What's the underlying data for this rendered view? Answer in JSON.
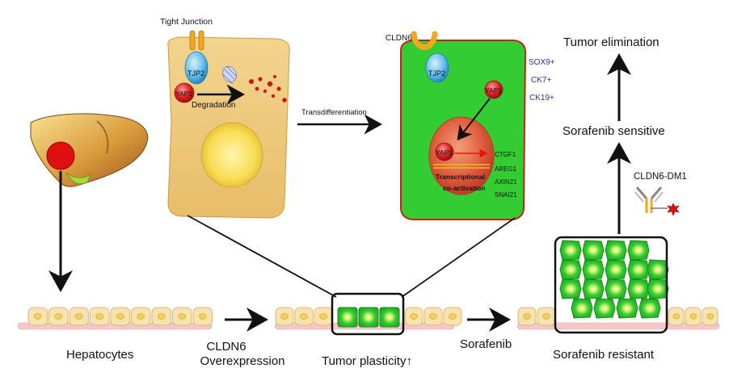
{
  "labels": {
    "tight_junction": "Tight Junction",
    "tjp2_left": "TJP2",
    "yap1_left": "YAP1",
    "degradation": "Degradation",
    "transdifferentiation": "Transdifferentiation",
    "cldn6_top": "CLDN6",
    "tjp2_right": "TJP2",
    "yap1_cyto": "YAP1",
    "yap1_nuc": "YAP1",
    "transcriptional": "Transcriptional",
    "coactivation": "co-activation",
    "markers": [
      "SOX9+",
      "CK7+",
      "CK19+"
    ],
    "target_genes": [
      "CTGF1",
      "AREG1",
      "AXIN21",
      "SNAI21"
    ],
    "tumor_elimination": "Tumor elimination",
    "sorafenib_sensitive": "Sorafenib sensitive",
    "cldn6_dm1": "CLDN6-DM1",
    "hepatocytes": "Hepatocytes",
    "cldn6_overexpr_1": "CLDN6",
    "cldn6_overexpr_2": "Overexpression",
    "tumor_plasticity": "Tumor plasticity↑",
    "sorafenib": "Sorafenib",
    "sorafenib_resistant": "Sorafenib resistant"
  },
  "colors": {
    "hepatocyte_fill": "#f7dfa8",
    "tumor_green": "#33cc33",
    "cell_border_red": "#cc2211",
    "yap_red": "#dd2222",
    "tjp2_blue": "#55b8e8",
    "marker_blue": "#2233aa"
  }
}
